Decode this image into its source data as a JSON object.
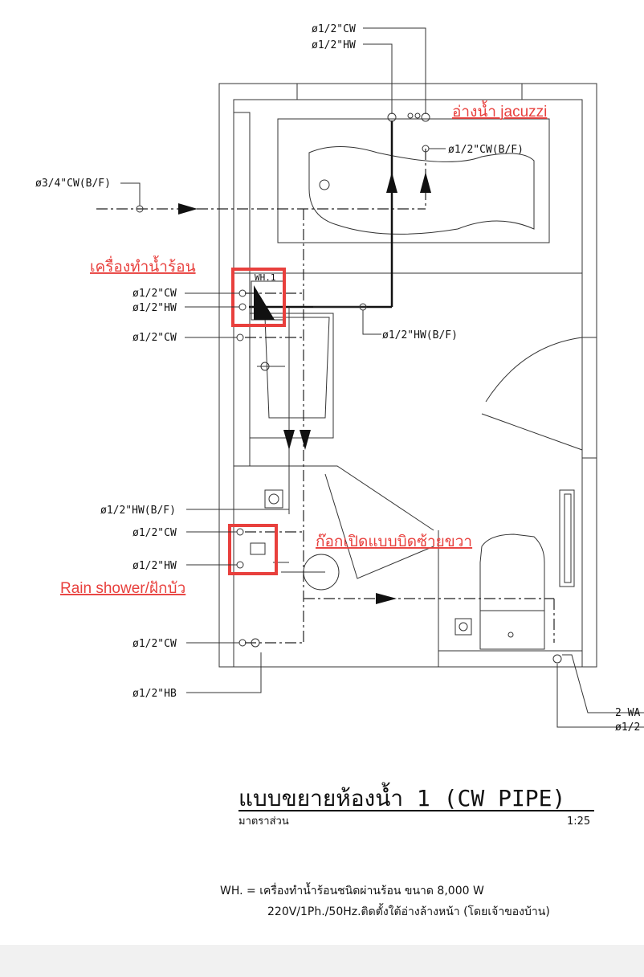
{
  "callouts": {
    "top_cw": "ø1/2\"CW",
    "top_hw": "ø1/2\"HW",
    "tub_cw_bf": "ø1/2\"CW(B/F)",
    "main_supply": "ø3/4\"CW(B/F)",
    "wh_cw": "ø1/2\"CW",
    "wh_hw": "ø1/2\"HW",
    "sink_cw": "ø1/2\"CW",
    "sink_hw_bf": "ø1/2\"HW(B/F)",
    "shower_hw_bf": "ø1/2\"HW(B/F)",
    "shower_cw": "ø1/2\"CW",
    "shower_hw": "ø1/2\"HW",
    "lower_cw": "ø1/2\"CW",
    "hose_bib": "ø1/2\"HB",
    "right_2wa": "2 WA",
    "right_half": "ø1/2"
  },
  "annotations": {
    "jacuzzi": "อ่างน้ำ jacuzzi",
    "water_heater": "เครื่องทำน้ำร้อน",
    "rain_shower": "Rain shower/ฝักบัว",
    "valve": "ก๊อกเปิดแบบบิดซ้ายขวา",
    "wh_tag": "WH.1"
  },
  "title": {
    "main": "แบบขยายห้องน้ำ 1 (CW PIPE)",
    "sub": "มาตราส่วน",
    "scale": "1:25"
  },
  "notes": {
    "line1": "WH. = เครื่องทำน้ำร้อนชนิดผ่านร้อน ขนาด 8,000 W",
    "line2": "220V/1Ph./50Hz.ติดตั้งใต้อ่างล้างหน้า (โดยเจ้าของบ้าน)"
  },
  "colors": {
    "annotation": "#e8403d",
    "line": "#111111",
    "footer_band": "#f1f1f1"
  }
}
